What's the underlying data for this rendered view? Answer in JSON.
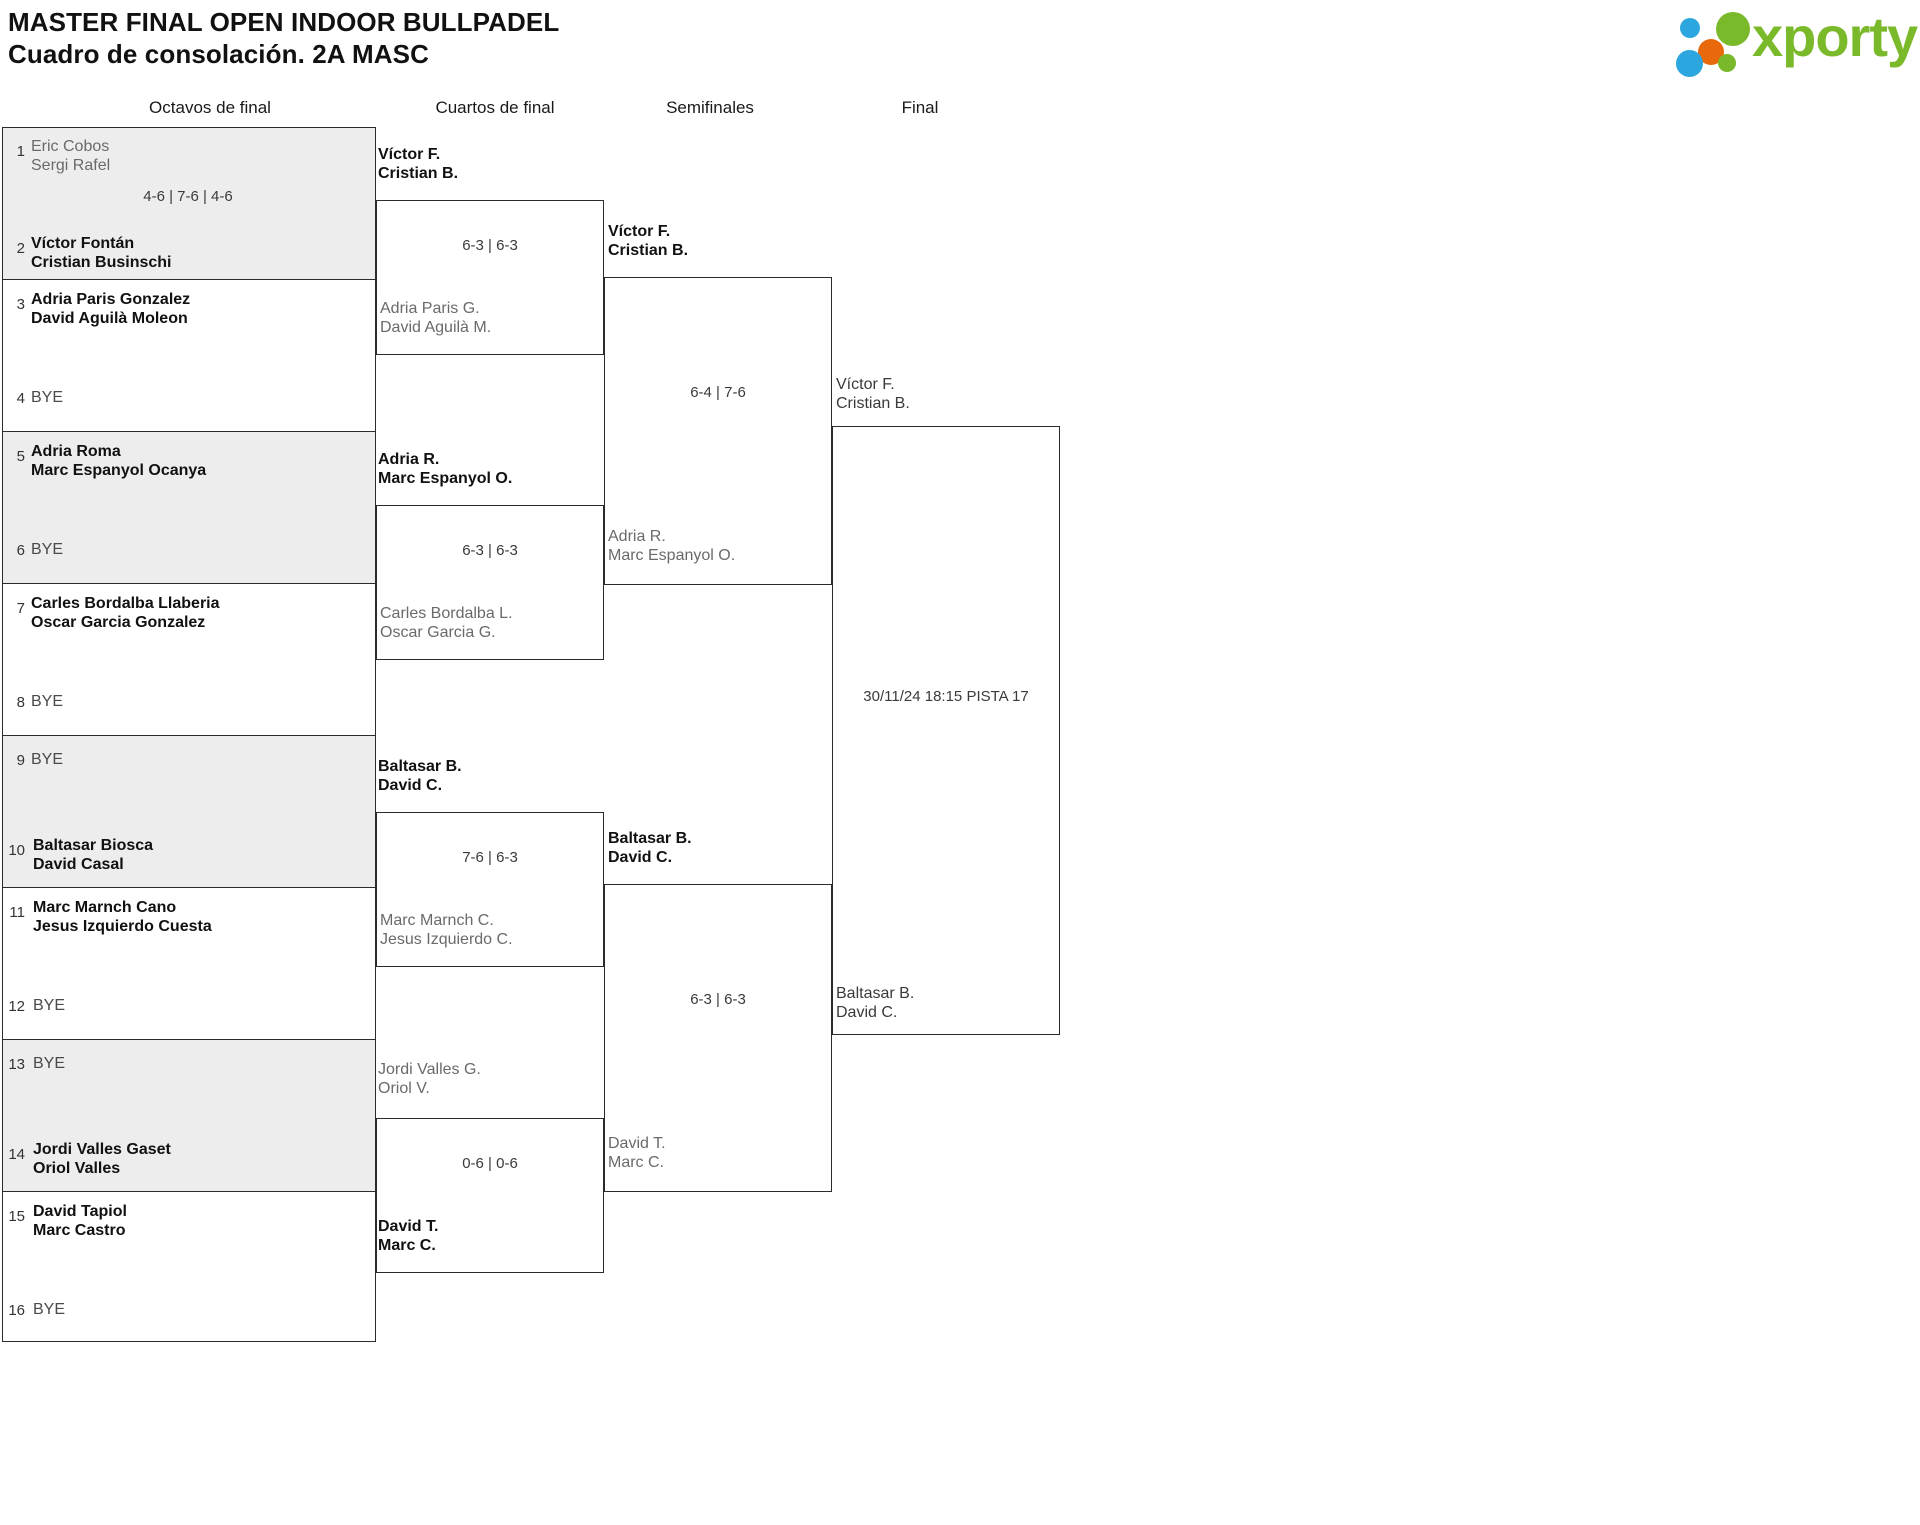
{
  "header": {
    "title_line1": "MASTER FINAL OPEN INDOOR BULLPADEL",
    "title_line2": "Cuadro de consolación. 2A MASC",
    "logo_text": "xporty"
  },
  "rounds": [
    {
      "label": "Octavos de final"
    },
    {
      "label": "Cuartos de final"
    },
    {
      "label": "Semifinales"
    },
    {
      "label": "Final"
    }
  ],
  "round1": {
    "entries": [
      {
        "seed": "1",
        "p1": "Eric Cobos",
        "p2": "Sergi Rafel",
        "bye": false,
        "state": "loser"
      },
      {
        "seed": "2",
        "p1": "Víctor Fontán",
        "p2": "Cristian Businschi",
        "bye": false,
        "state": "winner"
      },
      {
        "seed": "3",
        "p1": "Adria Paris Gonzalez",
        "p2": "David Aguilà Moleon",
        "bye": false,
        "state": "winner"
      },
      {
        "seed": "4",
        "p1": "BYE",
        "p2": "",
        "bye": true,
        "state": "bye"
      },
      {
        "seed": "5",
        "p1": "Adria Roma",
        "p2": "Marc Espanyol Ocanya",
        "bye": false,
        "state": "winner"
      },
      {
        "seed": "6",
        "p1": "BYE",
        "p2": "",
        "bye": true,
        "state": "bye"
      },
      {
        "seed": "7",
        "p1": "Carles Bordalba Llaberia",
        "p2": "Oscar Garcia Gonzalez",
        "bye": false,
        "state": "winner"
      },
      {
        "seed": "8",
        "p1": "BYE",
        "p2": "",
        "bye": true,
        "state": "bye"
      },
      {
        "seed": "9",
        "p1": "BYE",
        "p2": "",
        "bye": true,
        "state": "bye"
      },
      {
        "seed": "10",
        "p1": "Baltasar Biosca",
        "p2": "David Casal",
        "bye": false,
        "state": "winner"
      },
      {
        "seed": "11",
        "p1": "Marc Marnch Cano",
        "p2": "Jesus Izquierdo Cuesta",
        "bye": false,
        "state": "winner"
      },
      {
        "seed": "12",
        "p1": "BYE",
        "p2": "",
        "bye": true,
        "state": "bye"
      },
      {
        "seed": "13",
        "p1": "BYE",
        "p2": "",
        "bye": true,
        "state": "bye"
      },
      {
        "seed": "14",
        "p1": "Jordi Valles Gaset",
        "p2": "Oriol Valles",
        "bye": false,
        "state": "winner"
      },
      {
        "seed": "15",
        "p1": "David Tapiol",
        "p2": "Marc Castro",
        "bye": false,
        "state": "winner"
      },
      {
        "seed": "16",
        "p1": "BYE",
        "p2": "",
        "bye": true,
        "state": "bye"
      }
    ],
    "scores": [
      {
        "value": "4-6 | 7-6 | 4-6"
      }
    ]
  },
  "quarterfinals": [
    {
      "top": {
        "p1": "Víctor F.",
        "p2": "Cristian B.",
        "state": "winner"
      },
      "bottom": {
        "p1": "Adria Paris G.",
        "p2": "David Aguilà M.",
        "state": "loser"
      },
      "score": "6-3 | 6-3"
    },
    {
      "top": {
        "p1": "Adria R.",
        "p2": "Marc Espanyol O.",
        "state": "winner"
      },
      "bottom": {
        "p1": "Carles Bordalba L.",
        "p2": "Oscar Garcia G.",
        "state": "loser"
      },
      "score": "6-3 | 6-3"
    },
    {
      "top": {
        "p1": "Baltasar B.",
        "p2": "David C.",
        "state": "winner"
      },
      "bottom": {
        "p1": "Marc Marnch C.",
        "p2": "Jesus Izquierdo C.",
        "state": "loser"
      },
      "score": "7-6 | 6-3"
    },
    {
      "top": {
        "p1": "Jordi Valles G.",
        "p2": "Oriol V.",
        "state": "loser"
      },
      "bottom": {
        "p1": "David T.",
        "p2": "Marc C.",
        "state": "winner"
      },
      "score": "0-6 | 0-6"
    }
  ],
  "semifinals": [
    {
      "top": {
        "p1": "Víctor F.",
        "p2": "Cristian B.",
        "state": "winner"
      },
      "bottom": {
        "p1": "Adria R.",
        "p2": "Marc Espanyol O.",
        "state": "loser"
      },
      "score": "6-4 | 7-6"
    },
    {
      "top": {
        "p1": "Baltasar B.",
        "p2": "David C.",
        "state": "winner"
      },
      "bottom": {
        "p1": "David T.",
        "p2": "Marc C.",
        "state": "loser"
      },
      "score": "6-3 | 6-3"
    }
  ],
  "final": {
    "top": {
      "p1": "Víctor F.",
      "p2": "Cristian B.",
      "state": "pending"
    },
    "bottom": {
      "p1": "Baltasar B.",
      "p2": "David C.",
      "state": "pending"
    },
    "schedule": "30/11/24 18:15 PISTA 17"
  }
}
